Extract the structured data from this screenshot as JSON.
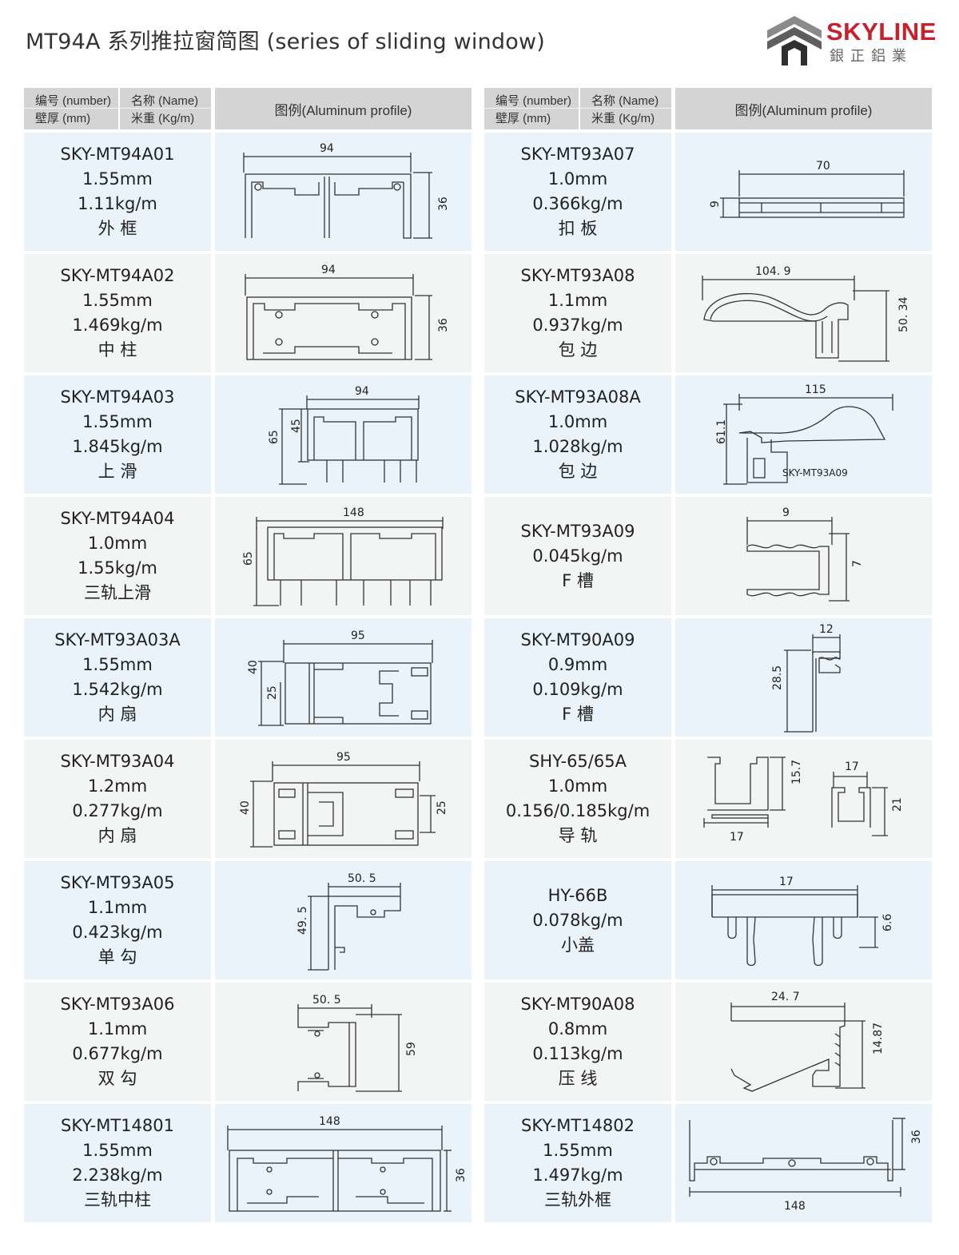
{
  "header": {
    "title": "MT94A 系列推拉窗简图 (series of  sliding  window)",
    "logo_text": "SKYLINE",
    "logo_sub": "銀正鋁業"
  },
  "table_header": {
    "number_label": "编号 (number)",
    "name_label": "名称 (Name)",
    "wall_label": "壁厚 (mm)",
    "weight_label": "米重 (Kg/m)",
    "profile_label": "图例(Aluminum profile)"
  },
  "left": [
    {
      "code": "SKY-MT94A01",
      "wall": "1.55mm",
      "weight": "1.11kg/m",
      "name": "外 框",
      "dims": [
        "94",
        "36"
      ]
    },
    {
      "code": "SKY-MT94A02",
      "wall": "1.55mm",
      "weight": "1.469kg/m",
      "name": "中 柱",
      "dims": [
        "94",
        "36"
      ]
    },
    {
      "code": "SKY-MT94A03",
      "wall": "1.55mm",
      "weight": "1.845kg/m",
      "name": "上 滑",
      "dims": [
        "94",
        "65",
        "45"
      ]
    },
    {
      "code": "SKY-MT94A04",
      "wall": "1.0mm",
      "weight": "1.55kg/m",
      "name": "三轨上滑",
      "dims": [
        "148",
        "65"
      ]
    },
    {
      "code": "SKY-MT93A03A",
      "wall": "1.55mm",
      "weight": "1.542kg/m",
      "name": "内 扇",
      "dims": [
        "95",
        "40",
        "25"
      ]
    },
    {
      "code": "SKY-MT93A04",
      "wall": "1.2mm",
      "weight": "0.277kg/m",
      "name": "内 扇",
      "dims": [
        "95",
        "40",
        "25"
      ]
    },
    {
      "code": "SKY-MT93A05",
      "wall": "1.1mm",
      "weight": "0.423kg/m",
      "name": "单 勾",
      "dims": [
        "50. 5",
        "49. 5"
      ]
    },
    {
      "code": "SKY-MT93A06",
      "wall": "1.1mm",
      "weight": "0.677kg/m",
      "name": "双 勾",
      "dims": [
        "50. 5",
        "59"
      ]
    },
    {
      "code": "SKY-MT14801",
      "wall": "1.55mm",
      "weight": "2.238kg/m",
      "name": "三轨中柱",
      "dims": [
        "148",
        "36"
      ]
    }
  ],
  "right": [
    {
      "code": "SKY-MT93A07",
      "wall": "1.0mm",
      "weight": "0.366kg/m",
      "name": "扣 板",
      "dims": [
        "70",
        "9"
      ]
    },
    {
      "code": "SKY-MT93A08",
      "wall": "1.1mm",
      "weight": "0.937kg/m",
      "name": "包 边",
      "dims": [
        "104. 9",
        "50. 34"
      ]
    },
    {
      "code": "SKY-MT93A08A",
      "wall": "1.0mm",
      "weight": "1.028kg/m",
      "name": "包 边",
      "dims": [
        "115",
        "61.1"
      ],
      "note": "SKY-MT93A09"
    },
    {
      "code": "SKY-MT93A09",
      "wall": "",
      "weight": "0.045kg/m",
      "name": "F 槽",
      "dims": [
        "9",
        "7"
      ]
    },
    {
      "code": "SKY-MT90A09",
      "wall": "0.9mm",
      "weight": "0.109kg/m",
      "name": "F 槽",
      "dims": [
        "12",
        "28.5"
      ]
    },
    {
      "code": "SHY-65/65A",
      "wall": "1.0mm",
      "weight": "0.156/0.185kg/m",
      "name": "导 轨",
      "dims": [
        "15.7",
        "17",
        "17",
        "21"
      ]
    },
    {
      "code": "HY-66B",
      "wall": "",
      "weight": "0.078kg/m",
      "name": "小盖",
      "dims": [
        "17",
        "6.6"
      ]
    },
    {
      "code": "SKY-MT90A08",
      "wall": "0.8mm",
      "weight": "0.113kg/m",
      "name": "压 线",
      "dims": [
        "24. 7",
        "14.87"
      ]
    },
    {
      "code": "SKY-MT14802",
      "wall": "1.55mm",
      "weight": "1.497kg/m",
      "name": "三轨外框",
      "dims": [
        "36",
        "148"
      ]
    }
  ]
}
